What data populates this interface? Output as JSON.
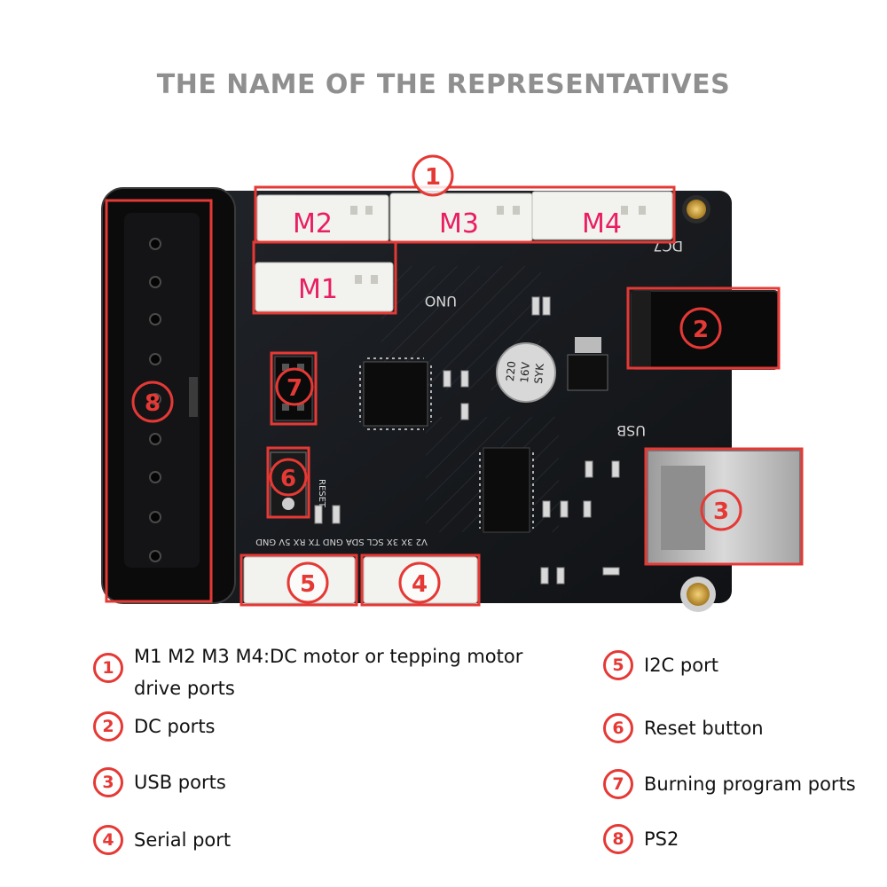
{
  "title": "THE NAME OF THE REPRESENTATIVES",
  "board": {
    "ports": {
      "m1": "M1",
      "m2": "M2",
      "m3": "M3",
      "m4": "M4"
    },
    "silkscreen": {
      "dc": "DC7",
      "usb": "USB",
      "uno": "UNO",
      "reset": "RESET",
      "bottom_header": "V2 3X 3X SCL SDA GND TX RX 5V GND",
      "capacitor": [
        "220",
        "16V",
        "SYK"
      ]
    },
    "callouts": [
      "1",
      "2",
      "3",
      "4",
      "5",
      "6",
      "7",
      "8"
    ]
  },
  "legend": [
    {
      "num": "1",
      "text": "M1 M2 M3 M4:DC motor or tepping motor",
      "text2": "drive ports"
    },
    {
      "num": "2",
      "text": "DC ports"
    },
    {
      "num": "3",
      "text": "USB ports"
    },
    {
      "num": "4",
      "text": "Serial port"
    },
    {
      "num": "5",
      "text": "I2C port"
    },
    {
      "num": "6",
      "text": "Reset button"
    },
    {
      "num": "7",
      "text": "Burning program ports"
    },
    {
      "num": "8",
      "text": "PS2"
    }
  ],
  "colors": {
    "accent": "#e53935",
    "pcb": "#17191d",
    "title": "#8f8f8f",
    "connector": "#f2f2ee"
  }
}
